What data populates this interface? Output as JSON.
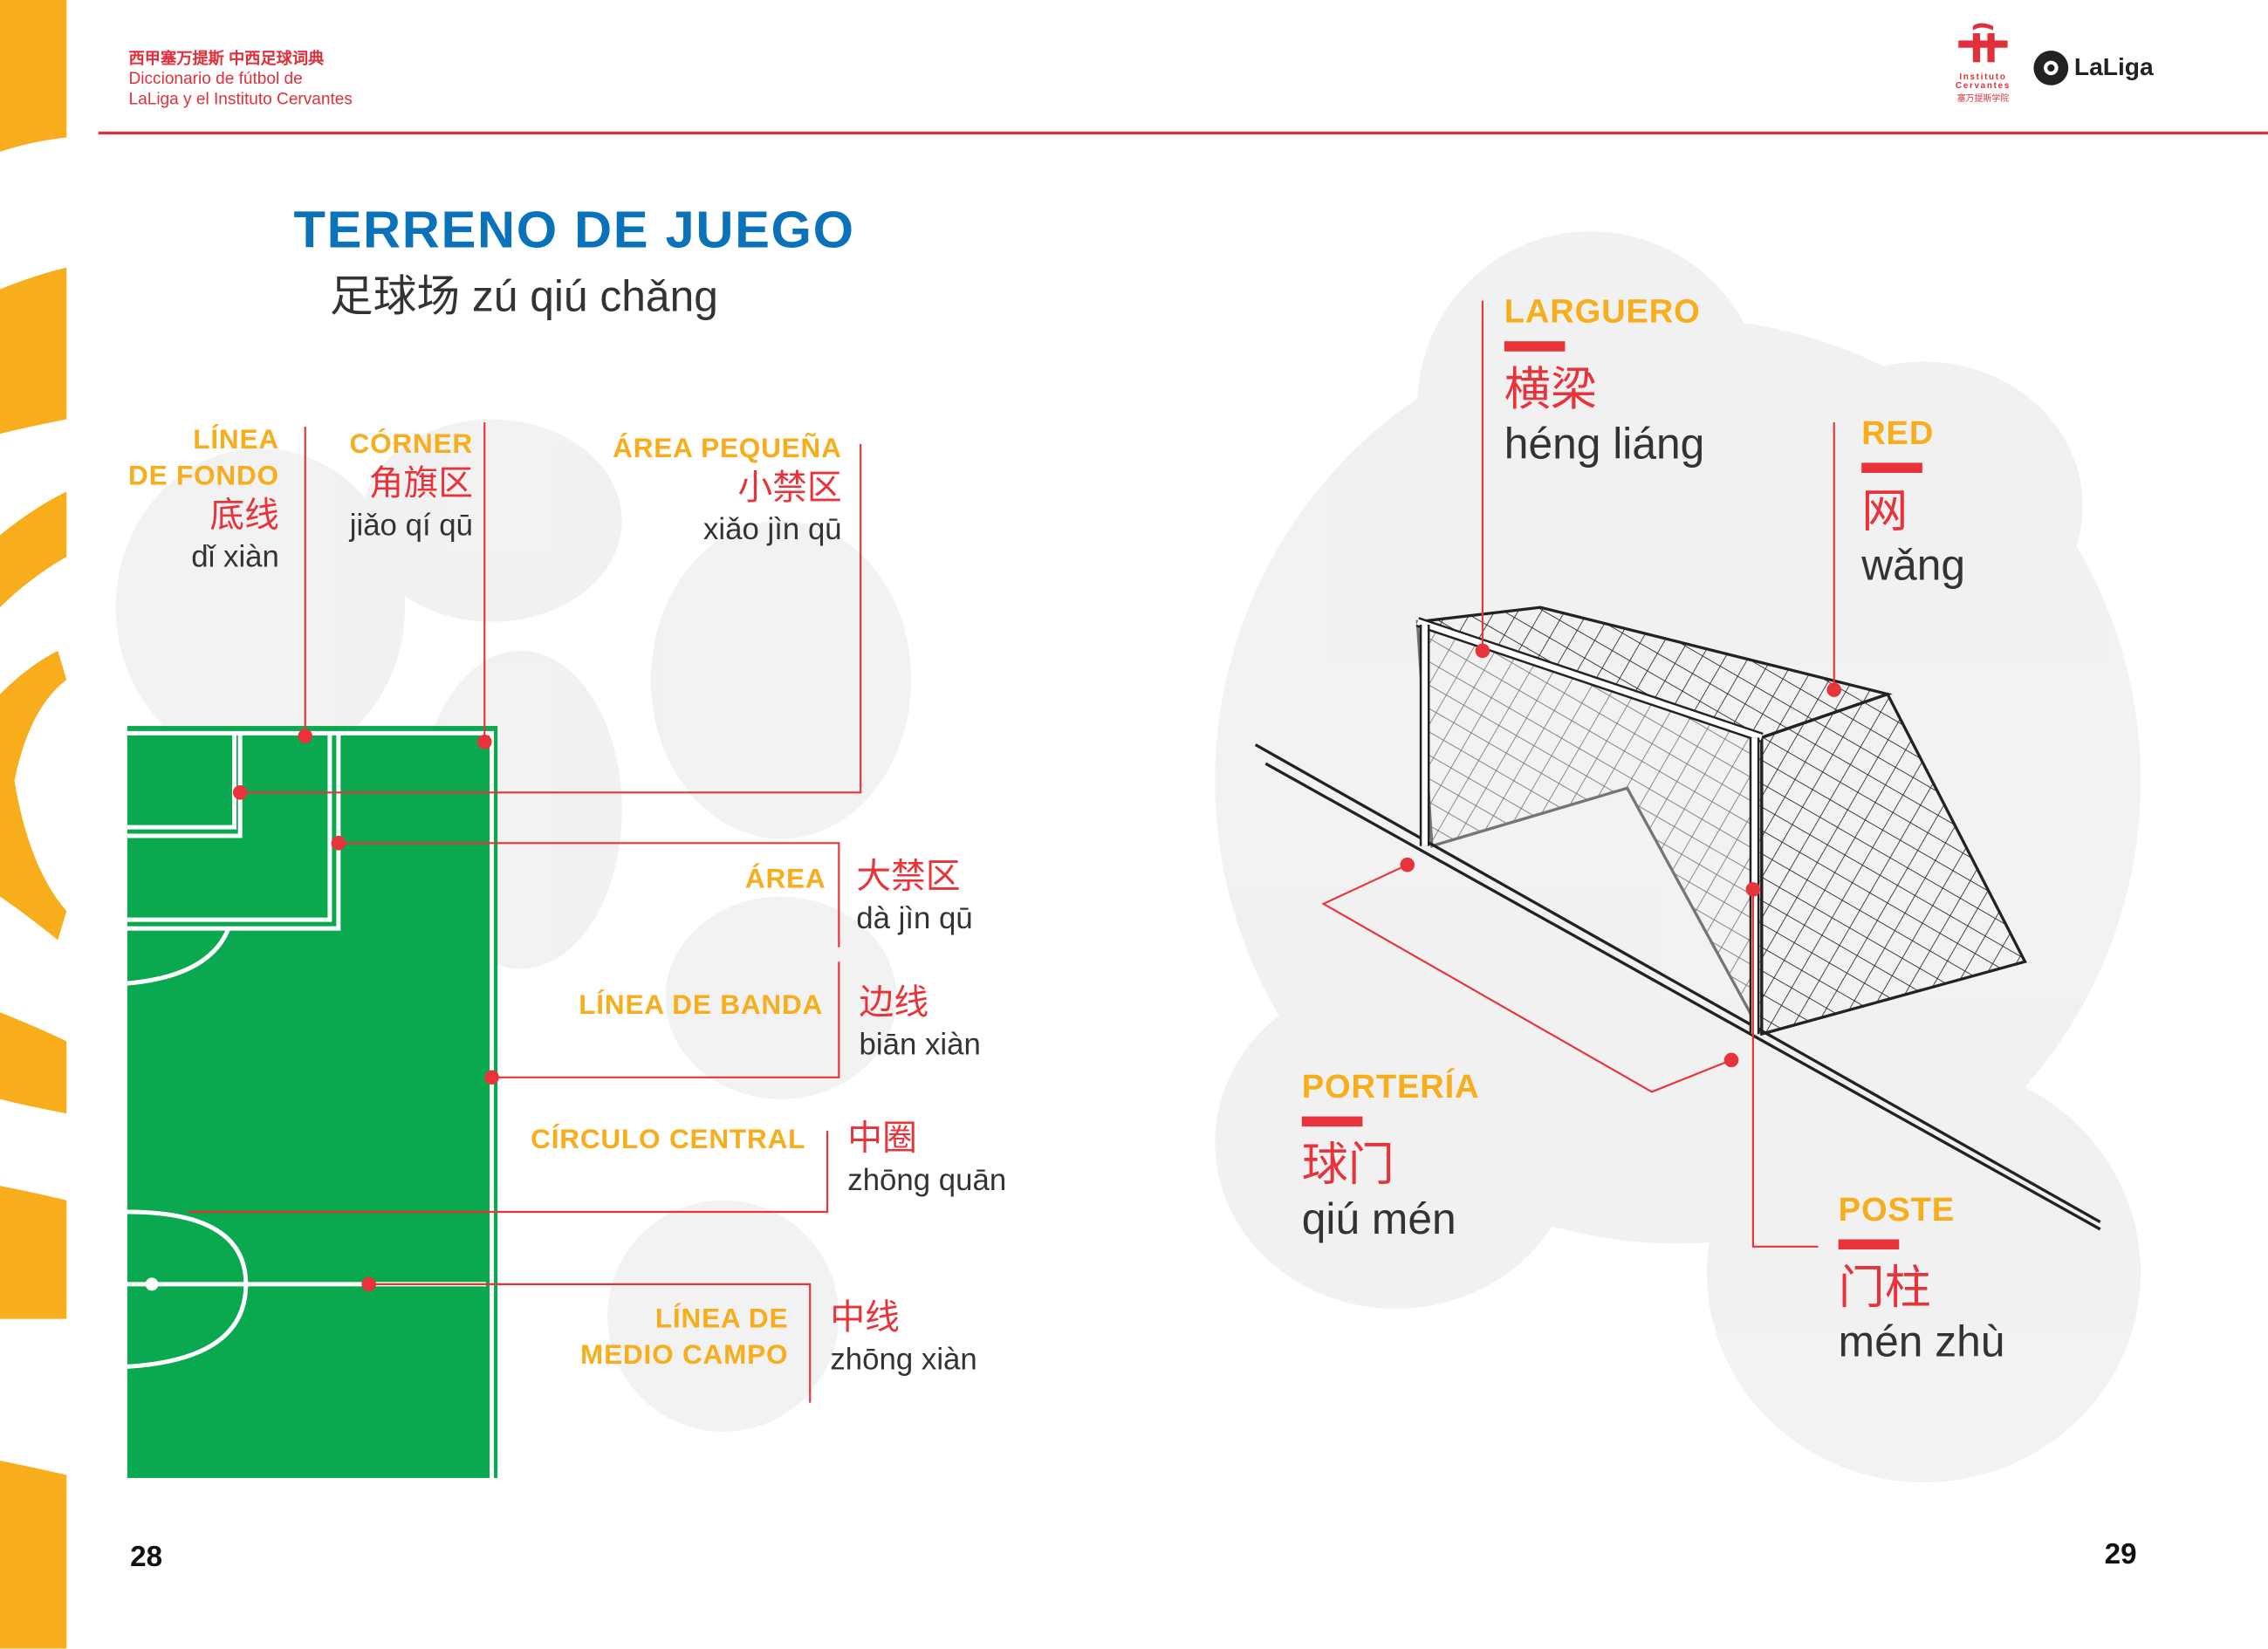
{
  "header": {
    "title_zh": "西甲塞万提斯 中西足球词典",
    "title_es_1": "Diccionario de fútbol de",
    "title_es_2": "LaLiga y el Instituto Cervantes",
    "logo_cervantes": {
      "line1": "Instituto",
      "line2": "Cervantes",
      "line3": "塞万提斯学院"
    },
    "logo_laliga": "LaLiga"
  },
  "left": {
    "title": "TERRENO DE JUEGO",
    "subtitle": "足球场 zú qiú chǎng",
    "terms": [
      {
        "es1": "LÍNEA",
        "es2": "DE FONDO",
        "zh": "底线",
        "py": "dǐ xiàn"
      },
      {
        "es1": "CÓRNER",
        "zh": "角旗区",
        "py": "jiǎo qí qū"
      },
      {
        "es1": "ÁREA PEQUEÑA",
        "zh": "小禁区",
        "py": "xiǎo jìn qū"
      },
      {
        "es1": "ÁREA",
        "zh": "大禁区",
        "py": "dà jìn qū"
      },
      {
        "es1": "LÍNEA DE BANDA",
        "zh": "边线",
        "py": "biān xiàn"
      },
      {
        "es1": "CÍRCULO CENTRAL",
        "zh": "中圈",
        "py": "zhōng quān"
      },
      {
        "es1": "LÍNEA DE",
        "es2": "MEDIO CAMPO",
        "zh": "中线",
        "py": "zhōng xiàn"
      }
    ],
    "page": "28"
  },
  "right": {
    "terms": [
      {
        "es": "LARGUERO",
        "zh": "横梁",
        "py": "héng liáng"
      },
      {
        "es": "RED",
        "zh": "网",
        "py": "wǎng"
      },
      {
        "es": "PORTERÍA",
        "zh": "球门",
        "py": "qiú mén"
      },
      {
        "es": "POSTE",
        "zh": "门柱",
        "py": "mén zhù"
      }
    ],
    "page": "29"
  },
  "colors": {
    "red": "#e8333b",
    "orange": "#f7ad1c",
    "blue": "#0a72b8",
    "green": "#0aa84f"
  }
}
